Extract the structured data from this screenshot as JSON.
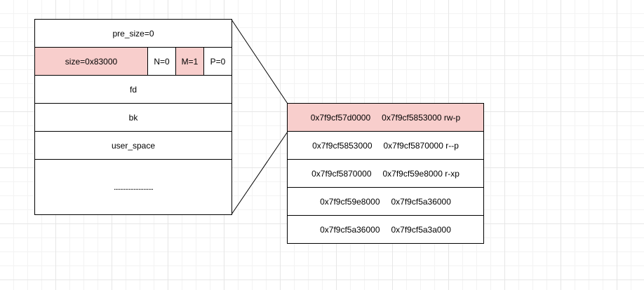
{
  "chunk": {
    "pre_size": "pre_size=0",
    "size": "size=0x83000",
    "flag_n": "N=0",
    "flag_m": "M=1",
    "flag_p": "P=0",
    "fd": "fd",
    "bk": "bk",
    "user_space": "user_space",
    "ellipsis": "........................"
  },
  "memory_map": [
    {
      "start": "0x7f9cf57d0000",
      "end": "0x7f9cf5853000 rw-p"
    },
    {
      "start": "0x7f9cf5853000",
      "end": "0x7f9cf5870000 r--p"
    },
    {
      "start": "0x7f9cf5870000",
      "end": "0x7f9cf59e8000 r-xp"
    },
    {
      "start": "0x7f9cf59e8000",
      "end": "0x7f9cf5a36000"
    },
    {
      "start": "0x7f9cf5a36000",
      "end": "0x7f9cf5a3a000"
    }
  ],
  "colors": {
    "highlight": "#f8cecc",
    "border": "#000000",
    "grid": "#e6e6e6"
  }
}
